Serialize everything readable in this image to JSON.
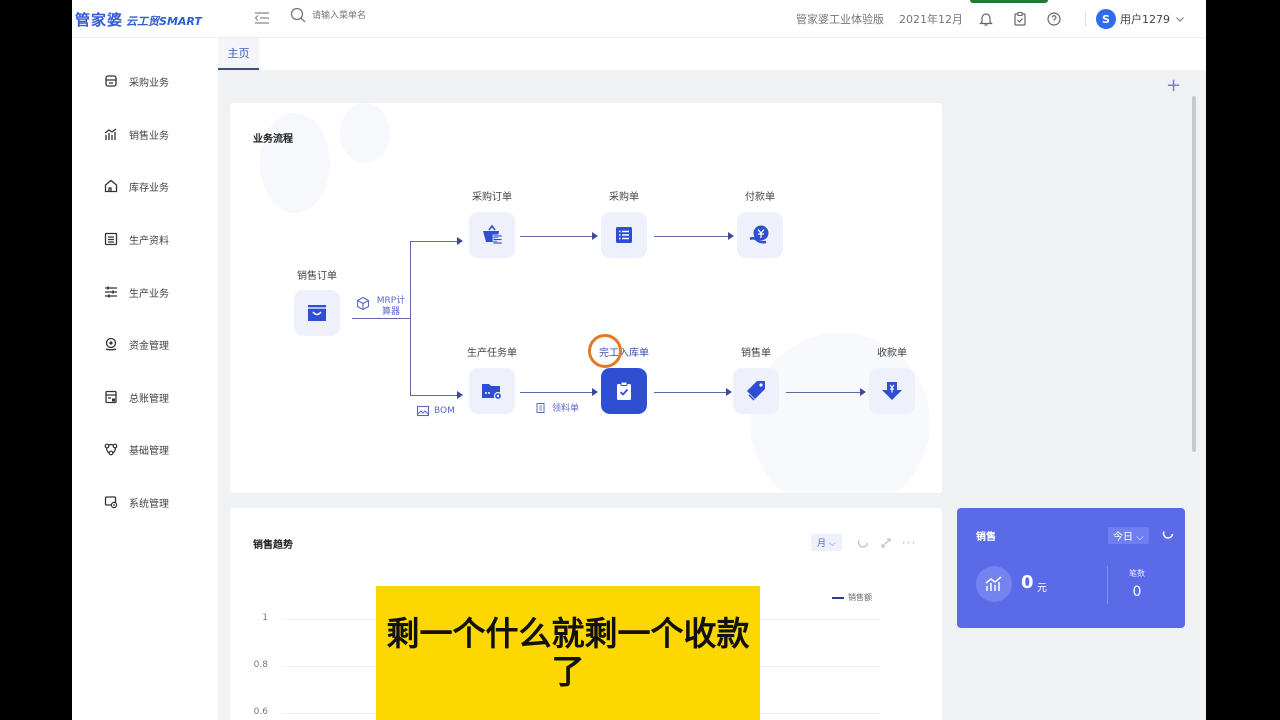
{
  "header": {
    "logo_main": "管家婆",
    "logo_sub": "云工贸SMART",
    "search_placeholder": "请输入菜单名",
    "edition": "管家婆工业体验版",
    "period": "2021年12月",
    "user_name": "用户1279",
    "icons": [
      "menu-fold-icon",
      "search-icon",
      "bell-icon",
      "clipboard-icon",
      "help-icon",
      "chevron-down-icon"
    ]
  },
  "sidebar": {
    "items": [
      {
        "label": "采购业务",
        "icon": "purchase-icon"
      },
      {
        "label": "销售业务",
        "icon": "sales-chart-icon"
      },
      {
        "label": "库存业务",
        "icon": "warehouse-icon"
      },
      {
        "label": "生产资料",
        "icon": "list-icon"
      },
      {
        "label": "生产业务",
        "icon": "sliders-icon"
      },
      {
        "label": "资金管理",
        "icon": "fund-icon"
      },
      {
        "label": "总账管理",
        "icon": "ledger-icon"
      },
      {
        "label": "基础管理",
        "icon": "base-icon"
      },
      {
        "label": "系统管理",
        "icon": "system-icon"
      }
    ]
  },
  "tabs": [
    {
      "label": "主页",
      "active": true
    }
  ],
  "flow": {
    "title": "业务流程",
    "nodes": {
      "sales_order": "销售订单",
      "purchase_order": "采购订单",
      "purchase_bill": "采购单",
      "payment_bill": "付款单",
      "production_task": "生产任务单",
      "finished_inbound": "完工入库单",
      "sales_bill": "销售单",
      "receipt_bill": "收款单"
    },
    "edges": {
      "mrp": "MRP计算器",
      "bom": "BOM",
      "material": "领料单"
    }
  },
  "sales_trend": {
    "title": "销售趋势",
    "period_select": "月",
    "legend": "销售额",
    "yticks": [
      "1",
      "0.8",
      "0.6"
    ]
  },
  "sales_card": {
    "title": "销售",
    "period": "今日",
    "amount": "0",
    "unit": "元",
    "count_label": "笔数",
    "count": "0",
    "color": "#5b6be8"
  },
  "subtitle": "剩一个什么就剩一个收款了",
  "colors": {
    "accent": "#2f4fd2",
    "node_bg": "#eef1fb",
    "subtitle_bg": "#fdd800"
  }
}
